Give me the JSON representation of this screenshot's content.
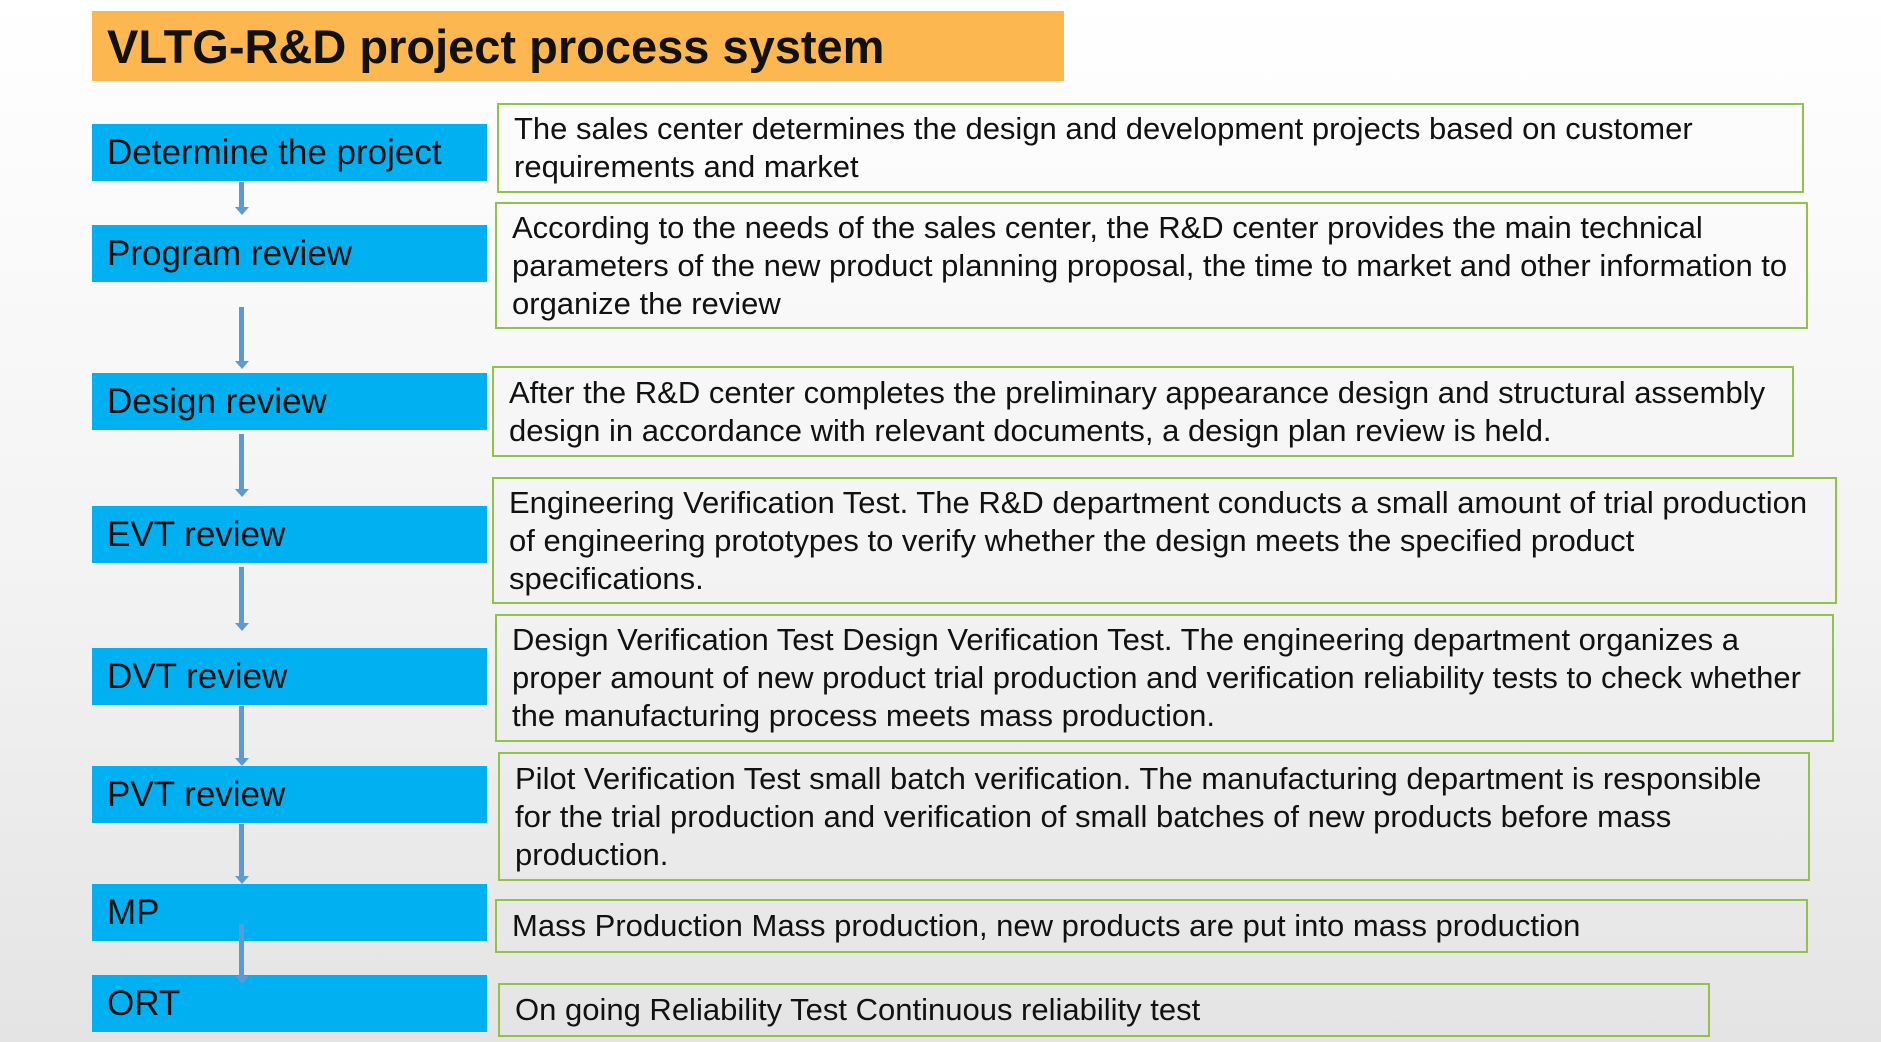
{
  "title": "VLTG-R&D project process system",
  "colors": {
    "title_bg": "#fdb751",
    "step_bg": "#00b0f0",
    "desc_border": "#8fc34a",
    "arrow": "#5b9bd5"
  },
  "steps": [
    {
      "label": "Determine the project",
      "description": "The sales center determines the design and development projects based on customer requirements and market"
    },
    {
      "label": "Program review",
      "description": "According to the needs of the sales center, the R&D center provides the main technical parameters of the new product planning proposal, the time to market and other information to organize the review"
    },
    {
      "label": "Design review",
      "description": "After the R&D center completes the preliminary appearance design and structural assembly design in accordance with relevant documents, a design plan review is held."
    },
    {
      "label": "EVT review",
      "description": "Engineering Verification Test. The R&D department conducts a small amount of trial production of engineering prototypes to verify whether the design meets the specified product specifications."
    },
    {
      "label": "DVT review",
      "description": "Design Verification Test Design Verification Test. The engineering department organizes a proper amount of new product trial production and verification reliability tests to check whether the manufacturing process meets mass production."
    },
    {
      "label": "PVT review",
      "description": "Pilot Verification Test small batch verification. The manufacturing department is responsible for the trial production and verification of small batches of new products before mass production."
    },
    {
      "label": "MP",
      "description": "Mass Production Mass production, new products are put into mass production"
    },
    {
      "label": "ORT",
      "description": "On going Reliability Test Continuous reliability test"
    }
  ]
}
